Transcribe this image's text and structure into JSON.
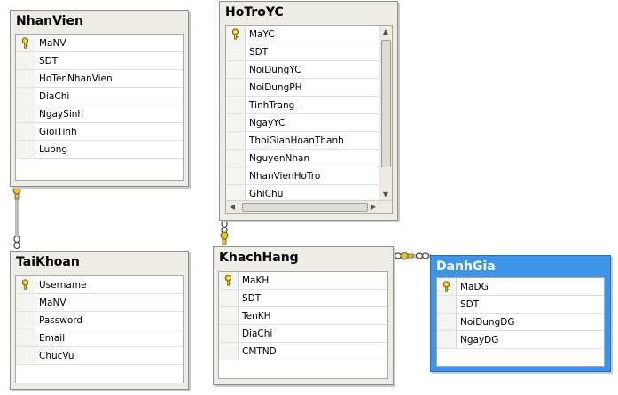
{
  "colors": {
    "selected_table": "#3c95e8",
    "key_icon": "#e8c417",
    "table_bg": "#eeede5"
  },
  "tables": {
    "nhanvien": {
      "title": "NhanVien",
      "columns": [
        {
          "name": "MaNV",
          "key": true
        },
        {
          "name": "SDT",
          "key": false
        },
        {
          "name": "HoTenNhanVien",
          "key": false
        },
        {
          "name": "DiaChi",
          "key": false
        },
        {
          "name": "NgaySinh",
          "key": false
        },
        {
          "name": "GioiTinh",
          "key": false
        },
        {
          "name": "Luong",
          "key": false
        }
      ]
    },
    "hotroyc": {
      "title": "HoTroYC",
      "columns": [
        {
          "name": "MaYC",
          "key": true
        },
        {
          "name": "SDT",
          "key": false
        },
        {
          "name": "NoiDungYC",
          "key": false
        },
        {
          "name": "NoiDungPH",
          "key": false
        },
        {
          "name": "TinhTrang",
          "key": false
        },
        {
          "name": "NgayYC",
          "key": false
        },
        {
          "name": "ThoiGianHoanThanh",
          "key": false
        },
        {
          "name": "NguyenNhan",
          "key": false
        },
        {
          "name": "NhanVienHoTro",
          "key": false
        },
        {
          "name": "GhiChu",
          "key": false
        }
      ]
    },
    "taikhoan": {
      "title": "TaiKhoan",
      "columns": [
        {
          "name": "Username",
          "key": true
        },
        {
          "name": "MaNV",
          "key": false
        },
        {
          "name": "Password",
          "key": false
        },
        {
          "name": "Email",
          "key": false
        },
        {
          "name": "ChucVu",
          "key": false
        }
      ]
    },
    "khachhang": {
      "title": "KhachHang",
      "columns": [
        {
          "name": "MaKH",
          "key": true
        },
        {
          "name": "SDT",
          "key": false
        },
        {
          "name": "TenKH",
          "key": false
        },
        {
          "name": "DiaChi",
          "key": false
        },
        {
          "name": "CMTND",
          "key": false
        }
      ]
    },
    "danhgia": {
      "title": "DanhGia",
      "selected": true,
      "columns": [
        {
          "name": "MaDG",
          "key": true
        },
        {
          "name": "SDT",
          "key": false
        },
        {
          "name": "NoiDungDG",
          "key": false
        },
        {
          "name": "NgayDG",
          "key": false
        }
      ]
    }
  },
  "relationships": [
    {
      "from": "nhanvien",
      "to": "taikhoan"
    },
    {
      "from": "hotroyc",
      "to": "khachhang"
    },
    {
      "from": "khachhang",
      "to": "danhgia"
    }
  ]
}
